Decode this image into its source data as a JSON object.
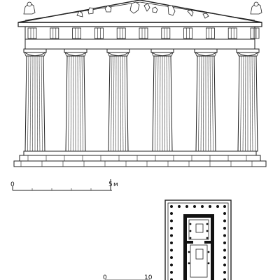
{
  "scale_bar_elevation": {
    "start_label": "0",
    "end_label": "5",
    "unit_label": "м"
  },
  "scale_bar_plan": {
    "start_label": "0",
    "end_label": "10"
  }
}
